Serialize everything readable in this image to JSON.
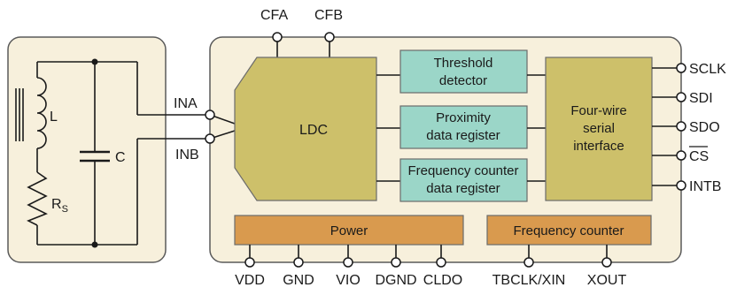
{
  "colors": {
    "outer_panel": "#f7f0dc",
    "ldc_block": "#cdc06a",
    "teal_block": "#9bd6c8",
    "serial_block": "#cdc06a",
    "power_block": "#d99a4e",
    "border": "#5a5a5a"
  },
  "tank": {
    "inductor_label": "L",
    "capacitor_label": "C",
    "resistor_label_main": "R",
    "resistor_label_sub": "S"
  },
  "inputs": {
    "ina": "INA",
    "inb": "INB"
  },
  "top_pins": {
    "cfa": "CFA",
    "cfb": "CFB"
  },
  "ldc": {
    "label": "LDC"
  },
  "blocks": {
    "threshold": [
      "Threshold",
      "detector"
    ],
    "proximity": [
      "Proximity",
      "data register"
    ],
    "freq_counter_reg": [
      "Frequency counter",
      "data register"
    ],
    "serial": [
      "Four-wire",
      "serial",
      "interface"
    ],
    "power": "Power",
    "freq_counter": "Frequency counter"
  },
  "right_pins": {
    "sclk": "SCLK",
    "sdi": "SDI",
    "sdo": "SDO",
    "cs": "CS",
    "intb": "INTB"
  },
  "bottom_pins": {
    "vdd": "VDD",
    "gnd": "GND",
    "vio": "VIO",
    "dgnd": "DGND",
    "cldo": "CLDO",
    "tbclk": "TBCLK/XIN",
    "xout": "XOUT"
  }
}
